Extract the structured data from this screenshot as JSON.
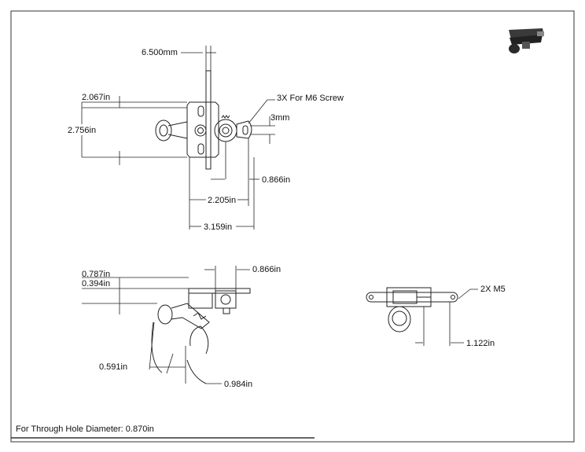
{
  "top_view": {
    "dims": {
      "width_mm": "6.500mm",
      "upper": "2.067in",
      "height": "2.756in",
      "slot": "3mm",
      "center_right": "0.866in",
      "mid": "2.205in",
      "overall": "3.159in"
    },
    "note": "3X For M6 Screw"
  },
  "side_view": {
    "dims": {
      "top_a": "0.787in",
      "top_b": "0.394in",
      "top_right": "0.866in",
      "bottom_a": "0.591in",
      "bottom_b": "0.984in"
    }
  },
  "front_view": {
    "dims": {
      "width": "1.122in"
    },
    "note": "2X M5"
  },
  "footer": {
    "hole_note": "For Through Hole Diameter: 0.870in"
  }
}
